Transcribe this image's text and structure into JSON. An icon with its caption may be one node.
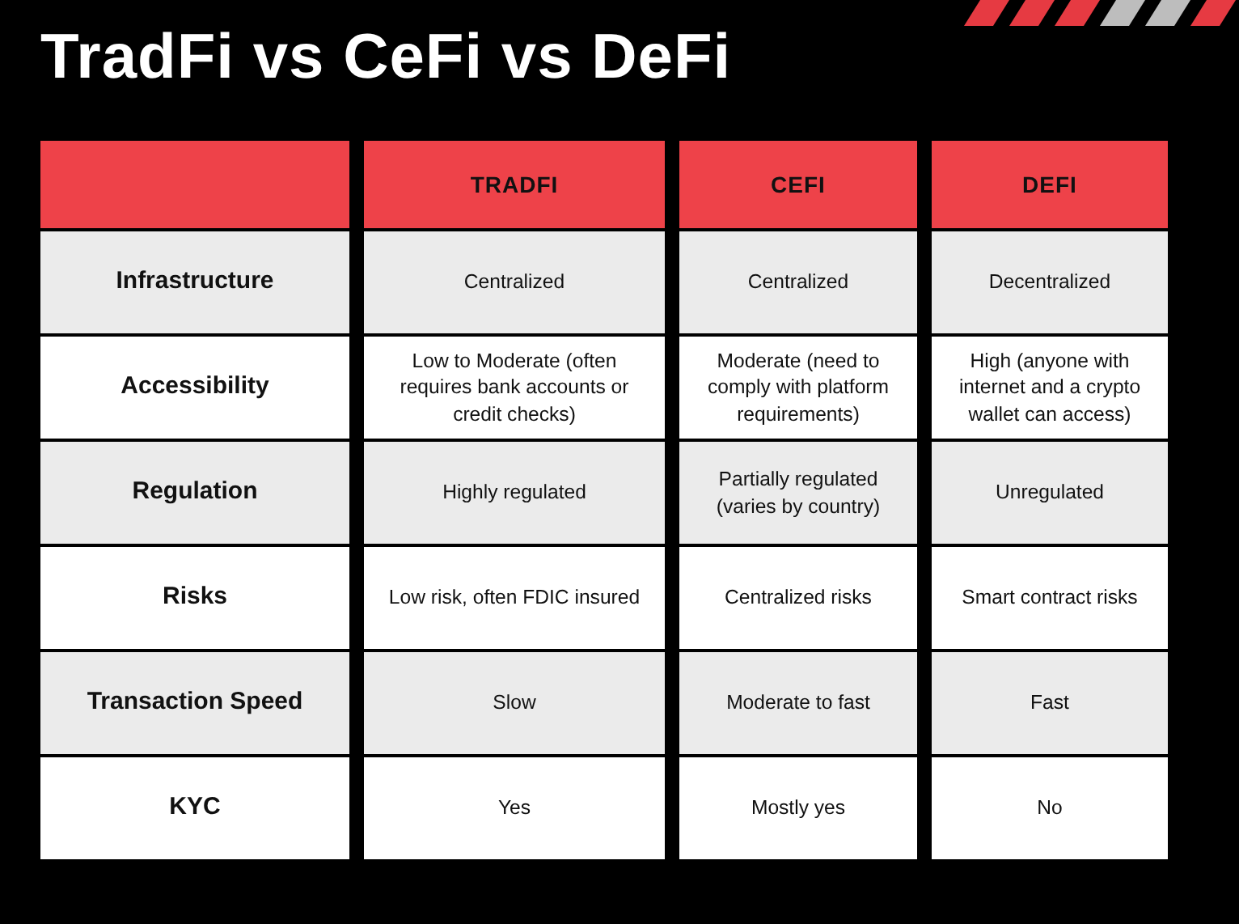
{
  "diagram": {
    "title": "TradFi vs CeFi vs DeFi",
    "labels": [
      "TRADFI",
      "CEFI",
      "DEFI",
      "Infrastructure",
      "Centralized",
      "Centralized",
      "Decentralized",
      "Accessibility",
      "Low to Moderate (often requires bank accounts or credit checks)",
      "Moderate (need to comply with platform requirements)",
      "High (anyone with internet and a crypto wallet can access)",
      "Regulation",
      "Highly regulated",
      "Partially regulated (varies by country)",
      "Unregulated",
      "Risks",
      "Low risk, often FDIC insured",
      "Centralized risks",
      "Smart contract risks",
      "Transaction Speed",
      "Slow",
      "Moderate to fast",
      "Fast",
      "KYC",
      "Yes",
      "Mostly yes",
      "No"
    ]
  }
}
